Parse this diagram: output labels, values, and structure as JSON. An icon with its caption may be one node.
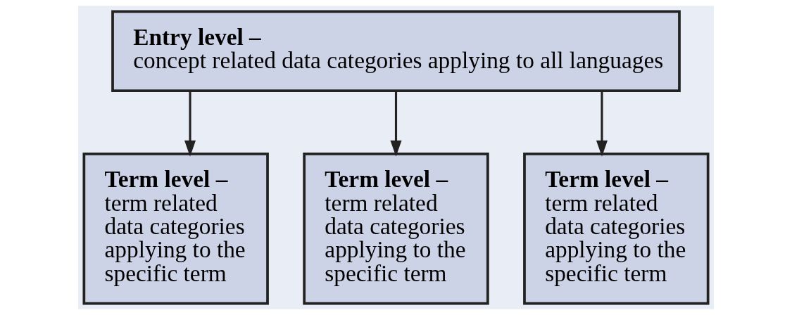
{
  "diagram": {
    "nodes": [
      {
        "text": [
          "Entry level –",
          "concept related data categories applying to all languages"
        ]
      },
      {
        "text": [
          "Term level –",
          "term related data categories applying to the specific term"
        ]
      },
      {
        "text": [
          "Term level –",
          "term related data categories applying to the specific term"
        ]
      },
      {
        "text": [
          "Term level –",
          "term related data categories applying to the specific term"
        ]
      }
    ],
    "edges": [
      {
        "from": 0,
        "to": 1,
        "arrow": "to"
      },
      {
        "from": 0,
        "to": 2,
        "arrow": "to"
      },
      {
        "from": 0,
        "to": 3,
        "arrow": "to"
      }
    ]
  }
}
